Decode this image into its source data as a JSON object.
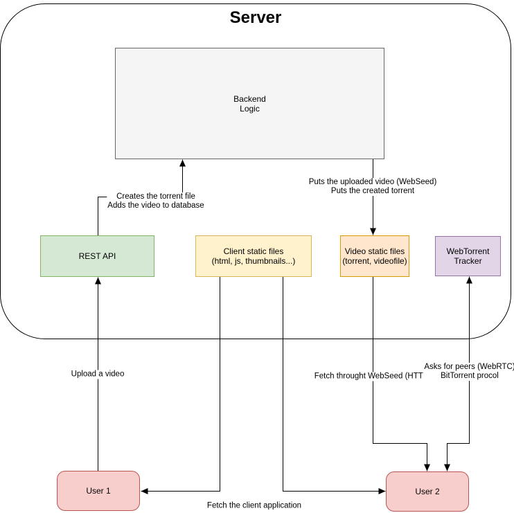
{
  "title": "Server",
  "colors": {
    "line": "#000000",
    "backend_fill": "#f5f5f5",
    "backend_stroke": "#666666",
    "green_fill": "#d5e8d4",
    "green_stroke": "#82b366",
    "yellow_fill": "#fff2cc",
    "yellow_stroke": "#d6b656",
    "orange_fill": "#ffe6cc",
    "orange_stroke": "#d79b00",
    "purple_fill": "#e1d5e7",
    "purple_stroke": "#9673a6",
    "red_fill": "#f8cecc",
    "red_stroke": "#b85450"
  },
  "nodes": {
    "backend": {
      "line1": "Backend",
      "line2": "Logic"
    },
    "rest_api": {
      "label": "REST API"
    },
    "client_static": {
      "line1": "Client static files",
      "line2": "(html, js, thumbnails...)"
    },
    "video_static": {
      "line1": "Video static files",
      "line2": "(torrent, videofile)"
    },
    "tracker": {
      "line1": "WebTorrent",
      "line2": "Tracker"
    },
    "user1": {
      "label": "User 1"
    },
    "user2": {
      "label": "User 2"
    }
  },
  "edge_labels": {
    "create_torrent": {
      "line1": "Creates the torrent file",
      "line2": "Adds the video to database"
    },
    "puts_video": {
      "line1": "Puts the uploaded video (WebSeed)",
      "line2": "Puts the created torrent"
    },
    "upload": {
      "text": "Upload a video"
    },
    "fetch_webseed": {
      "text": "Fetch throught WebSeed (HTTP)"
    },
    "asks_peers": {
      "line1": "Asks for peers (WebRTC)",
      "line2": "BitTorrent procol"
    },
    "fetch_client": {
      "text": "Fetch the client application"
    }
  }
}
